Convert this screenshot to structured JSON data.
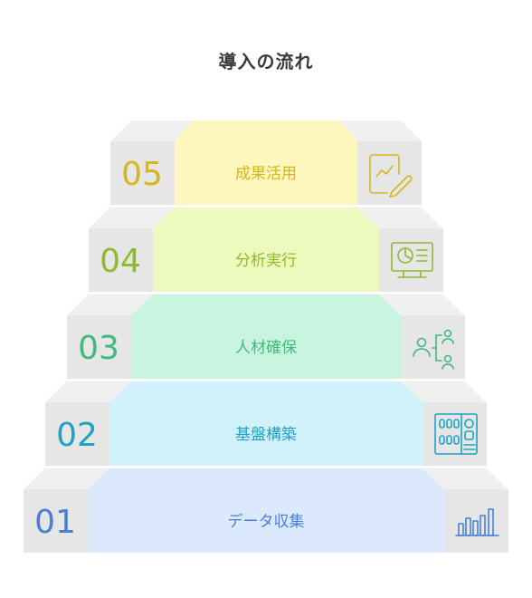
{
  "title": "導入の流れ",
  "steps": [
    {
      "number": "01",
      "label": "データ収集",
      "icon": "bar-chart-icon",
      "color": "#4b7fd6",
      "fill": "#dce8fb"
    },
    {
      "number": "02",
      "label": "基盤構築",
      "icon": "building-icon",
      "color": "#1fa2c4",
      "fill": "#d2f2fb"
    },
    {
      "number": "03",
      "label": "人材確保",
      "icon": "team-icon",
      "color": "#3fba7d",
      "fill": "#c9f4e0"
    },
    {
      "number": "04",
      "label": "分析実行",
      "icon": "dashboard-icon",
      "color": "#8fba2e",
      "fill": "#ecfbbd"
    },
    {
      "number": "05",
      "label": "成果活用",
      "icon": "report-icon",
      "color": "#d6b61a",
      "fill": "#fdf6bd"
    }
  ]
}
